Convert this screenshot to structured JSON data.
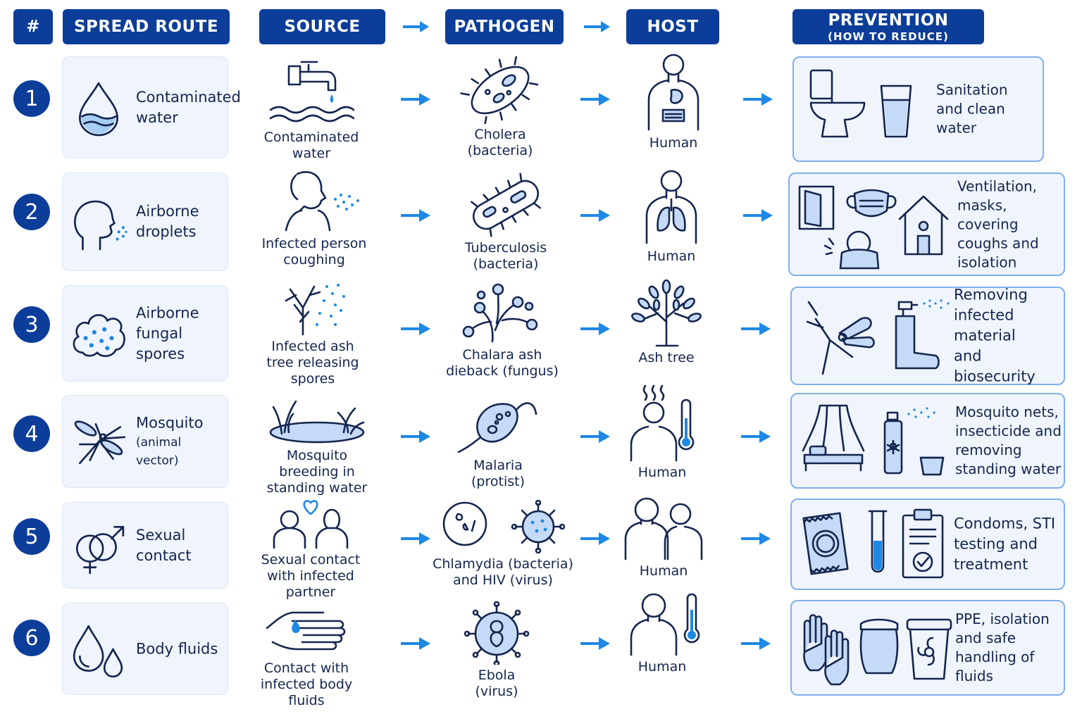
{
  "headers": {
    "num": "#",
    "route": "SPREAD ROUTE",
    "source": "SOURCE",
    "pathogen": "PATHOGEN",
    "host": "HOST",
    "prevention": "PREVENTION",
    "prevention_sub": "(HOW TO REDUCE)"
  },
  "colors": {
    "header_bg": "#0c3d99",
    "arrow": "#1e88e5",
    "card_bg": "#f0f5fd",
    "card_border": "#7fb0ec",
    "ink": "#14254f"
  },
  "rows": [
    {
      "num": "1",
      "route": "Contaminated water",
      "route_icon": "water-drop-icon",
      "route_note": "",
      "source": "Contaminated\nwater",
      "source_icon": "tap-water-icon",
      "pathogen": "Cholera\n(bacteria)",
      "pathogen_icon": "bacterium-icon",
      "host": "Human",
      "host_icon": "human-digestive-icon",
      "prevention": "Sanitation\nand clean\nwater",
      "prevention_icons": [
        "toilet-icon",
        "glass-of-water-icon"
      ]
    },
    {
      "num": "2",
      "route": "Airborne droplets",
      "route_icon": "head-droplets-icon",
      "route_note": "",
      "source": "Infected person\ncoughing",
      "source_icon": "person-coughing-icon",
      "pathogen": "Tuberculosis\n(bacteria)",
      "pathogen_icon": "rod-bacterium-icon",
      "host": "Human",
      "host_icon": "human-lungs-icon",
      "prevention": "Ventilation,\nmasks, covering\ncoughs and\nisolation",
      "prevention_icons": [
        "window-icon",
        "mask-icon",
        "cough-elbow-icon",
        "house-isolation-icon"
      ]
    },
    {
      "num": "3",
      "route": "Airborne fungal spores",
      "route_icon": "spore-cloud-icon",
      "route_note": "",
      "source": "Infected ash\ntree releasing\nspores",
      "source_icon": "tree-spores-icon",
      "pathogen": "Chalara ash\ndieback (fungus)",
      "pathogen_icon": "fungus-icon",
      "host": "Ash tree",
      "host_icon": "ash-tree-icon",
      "prevention": "Removing\ninfected material\nand biosecurity",
      "prevention_icons": [
        "pruning-shears-icon",
        "spray-boot-icon"
      ]
    },
    {
      "num": "4",
      "route": "Mosquito",
      "route_icon": "mosquito-icon",
      "route_note": "(animal vector)",
      "source": "Mosquito\nbreeding in\nstanding water",
      "source_icon": "pond-icon",
      "pathogen": "Malaria\n(protist)",
      "pathogen_icon": "protist-icon",
      "host": "Human",
      "host_icon": "human-fever-icon",
      "prevention": "Mosquito nets,\ninsecticide and\nremoving\nstanding water",
      "prevention_icons": [
        "bed-net-icon",
        "insecticide-spray-icon",
        "cup-icon"
      ]
    },
    {
      "num": "5",
      "route": "Sexual contact",
      "route_icon": "gender-symbols-icon",
      "route_note": "",
      "source": "Sexual contact\nwith infected\npartner",
      "source_icon": "couple-heart-icon",
      "pathogen": "Chlamydia (bacteria)\nand HIV (virus)",
      "pathogen_icon": "chlamydia-hiv-icon",
      "host": "Human",
      "host_icon": "two-humans-icon",
      "prevention": "Condoms, STI\ntesting and\ntreatment",
      "prevention_icons": [
        "condom-icon",
        "test-tube-icon",
        "clipboard-check-icon"
      ]
    },
    {
      "num": "6",
      "route": "Body fluids",
      "route_icon": "fluid-drops-icon",
      "route_note": "",
      "source": "Contact with\ninfected body\nfluids",
      "source_icon": "hand-drop-icon",
      "pathogen": "Ebola\n(virus)",
      "pathogen_icon": "ebola-virus-icon",
      "host": "Human",
      "host_icon": "human-thermometer-icon",
      "prevention": "PPE, isolation\nand safe\nhandling of\nfluids",
      "prevention_icons": [
        "gloves-icon",
        "face-shield-icon",
        "biohazard-bin-icon"
      ]
    }
  ]
}
